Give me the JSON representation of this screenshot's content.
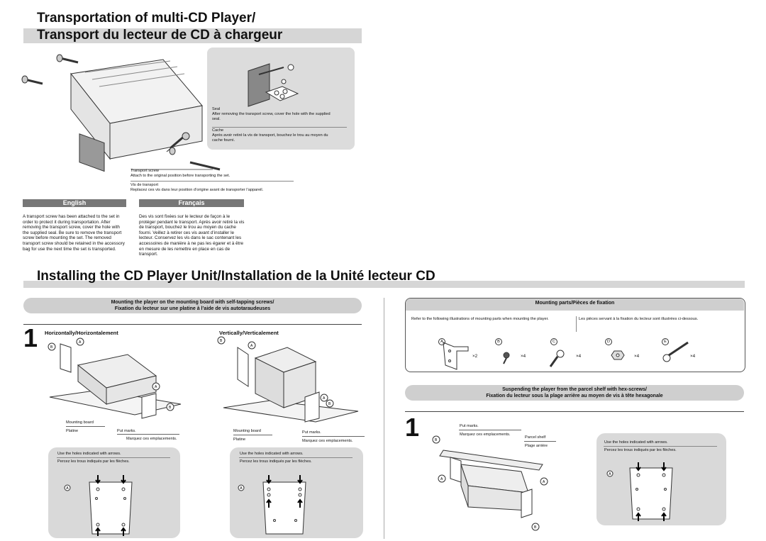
{
  "transport": {
    "title_en": "Transportation of multi-CD Player/",
    "title_fr": "Transport du lecteur de CD à chargeur",
    "seal": {
      "label_en": "Seal",
      "text_en": "After removing the transport screw, cover the hole with the supplied seal.",
      "label_fr": "Cache",
      "text_fr": "Après avoir retiré la vis de transport, bouchez le trou au moyen du cache fourni."
    },
    "screw": {
      "label_en": "Transport screw",
      "text_en": "Attach to the original position before transporting the set.",
      "label_fr": "Vis de transport",
      "text_fr": "Replacez ces vis dans leur position d’origine avant de transporter l’appareil."
    },
    "english": {
      "heading": "English",
      "body": "A transport screw has been attached to the set in order to protect it during transportation. After removing the transport screw, cover the hole with the supplied seal. Be sure to remove the transport screw before mounting the set. The removed transport screw should be retained in the accessory bag for use the next time the set is transported."
    },
    "francais": {
      "heading": "Français",
      "body": "Des vis sont fixées sur le lecteur de façon à le protéger pendant le transport. Après avoir retiré la vis de transport, bouchez le trou au moyen du cache fourni. Veillez à retirer ces vis avant d’installer le lecteur. Conservez les vis dans le sac contenant les accessoires de manière à ne pas les égarer et à être en mesure de les remettre en place en cas de transport."
    }
  },
  "install": {
    "title": "Installing the CD Player Unit/Installation de la Unité lecteur CD",
    "mounting_board": {
      "pill_en": "Mounting the player on the mounting board with self-tapping screws/",
      "pill_fr": "Fixation du lecteur sur une platine à l’aide de vis autotaraudeuses",
      "step": "1",
      "horizontal_label": "Horizontally/Horizontalement",
      "vertical_label": "Vertically/Verticalement",
      "mounting_board_en": "Mounting board",
      "mounting_board_fr": "Platine",
      "put_marks_en": "Put marks.",
      "put_marks_fr": "Marquez ces emplacements.",
      "holes_en": "Use the holes indicated with arrows.",
      "holes_fr": "Percez les trous indiqués par les flèches."
    },
    "parts": {
      "title": "Mounting parts/Pièces de fixation",
      "text_en": "Refer to the following illustrations of mounting parts when mounting the player.",
      "text_fr": "Les pièces servant à la fixation du lecteur sont illustrées ci-dessous.",
      "items": [
        {
          "letter": "A",
          "qty": "×2"
        },
        {
          "letter": "B",
          "qty": "×4"
        },
        {
          "letter": "C",
          "qty": "×4"
        },
        {
          "letter": "D",
          "qty": "×4"
        },
        {
          "letter": "E",
          "qty": "×4"
        }
      ]
    },
    "parcel_shelf": {
      "pill_en": "Suspending the player from the parcel shelf with hex-screws/",
      "pill_fr": "Fixation du lecteur sous la plage arrière au moyen de vis à tête hexagonale",
      "step": "1",
      "put_marks_en": "Put marks.",
      "put_marks_fr": "Marquez ces emplacements.",
      "parcel_en": "Parcel shelf",
      "parcel_fr": "Plage arrière",
      "holes_en": "Use the holes indicated with arrows.",
      "holes_fr": "Percez les trous indiqués par les flèches."
    },
    "callouts": {
      "a": "A",
      "b": "B",
      "c": "C",
      "d": "D",
      "e": "E"
    }
  }
}
